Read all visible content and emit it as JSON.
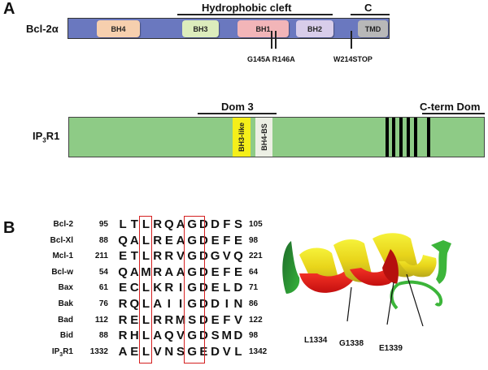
{
  "panel_a": {
    "letter": "A",
    "bcl2": {
      "name": "Bcl-2α",
      "bar_color": "#6a78bf",
      "domains": [
        {
          "label": "BH4",
          "color": "#f6cfae"
        },
        {
          "label": "BH3",
          "color": "#dcecbc"
        },
        {
          "label": "BH1",
          "color": "#f2b5b8"
        },
        {
          "label": "BH2",
          "color": "#d8cdea"
        },
        {
          "label": "TMD",
          "color": "#b8b8b8"
        }
      ],
      "regions": [
        {
          "label": "Hydrophobic cleft"
        },
        {
          "label": "C"
        }
      ],
      "mutations": [
        "G145A R146A",
        "W214STOP"
      ]
    },
    "ip3r1": {
      "name_main": "IP",
      "name_sub": "3",
      "name_end": "R1",
      "bar_color": "#8ecb86",
      "domains": [
        {
          "label": "BH3-like",
          "color": "#f5ef1a"
        },
        {
          "label": "BH4-BS",
          "color": "#ecefe4"
        }
      ],
      "regions": [
        {
          "label": "Dom 3"
        },
        {
          "label": "C-term Dom"
        }
      ],
      "transmembrane_stripes": 6
    }
  },
  "panel_b": {
    "letter": "B",
    "alignment": [
      {
        "name": "Bcl-2",
        "start": "95",
        "seq": [
          "L",
          "T",
          "L",
          "R",
          "Q",
          "A",
          "G",
          "D",
          "D",
          "F",
          "S"
        ],
        "end": "105"
      },
      {
        "name": "Bcl-Xl",
        "start": "88",
        "seq": [
          "Q",
          "A",
          "L",
          "R",
          "E",
          "A",
          "G",
          "D",
          "E",
          "F",
          "E"
        ],
        "end": "98"
      },
      {
        "name": "Mcl-1",
        "start": "211",
        "seq": [
          "E",
          "T",
          "L",
          "R",
          "R",
          "V",
          "G",
          "D",
          "G",
          "V",
          "Q"
        ],
        "end": "221"
      },
      {
        "name": "Bcl-w",
        "start": "54",
        "seq": [
          "Q",
          "A",
          "M",
          "R",
          "A",
          "A",
          "G",
          "D",
          "E",
          "F",
          "E"
        ],
        "end": "64"
      },
      {
        "name": "Bax",
        "start": "61",
        "seq": [
          "E",
          "C",
          "L",
          "K",
          "R",
          "I",
          "G",
          "D",
          "E",
          "L",
          "D"
        ],
        "end": "71"
      },
      {
        "name": "Bak",
        "start": "76",
        "seq": [
          "R",
          "Q",
          "L",
          "A",
          "I",
          "I",
          "G",
          "D",
          "D",
          "I",
          "N"
        ],
        "end": "86"
      },
      {
        "name": "Bad",
        "start": "112",
        "seq": [
          "R",
          "E",
          "L",
          "R",
          "R",
          "M",
          "S",
          "D",
          "E",
          "F",
          "V"
        ],
        "end": "122"
      },
      {
        "name": "Bid",
        "start": "88",
        "seq": [
          "R",
          "H",
          "L",
          "A",
          "Q",
          "V",
          "G",
          "D",
          "S",
          "M",
          "D"
        ],
        "end": "98"
      },
      {
        "name": "IP3R1",
        "name_main": "IP",
        "name_sub": "3",
        "name_end": "R1",
        "start": "1332",
        "seq": [
          "A",
          "E",
          "L",
          "V",
          "N",
          "S",
          "G",
          "E",
          "D",
          "V",
          "L"
        ],
        "end": "1342"
      }
    ],
    "highlight_color": "#d42020",
    "structure_labels": [
      "L1334",
      "G1338",
      "E1339"
    ]
  }
}
